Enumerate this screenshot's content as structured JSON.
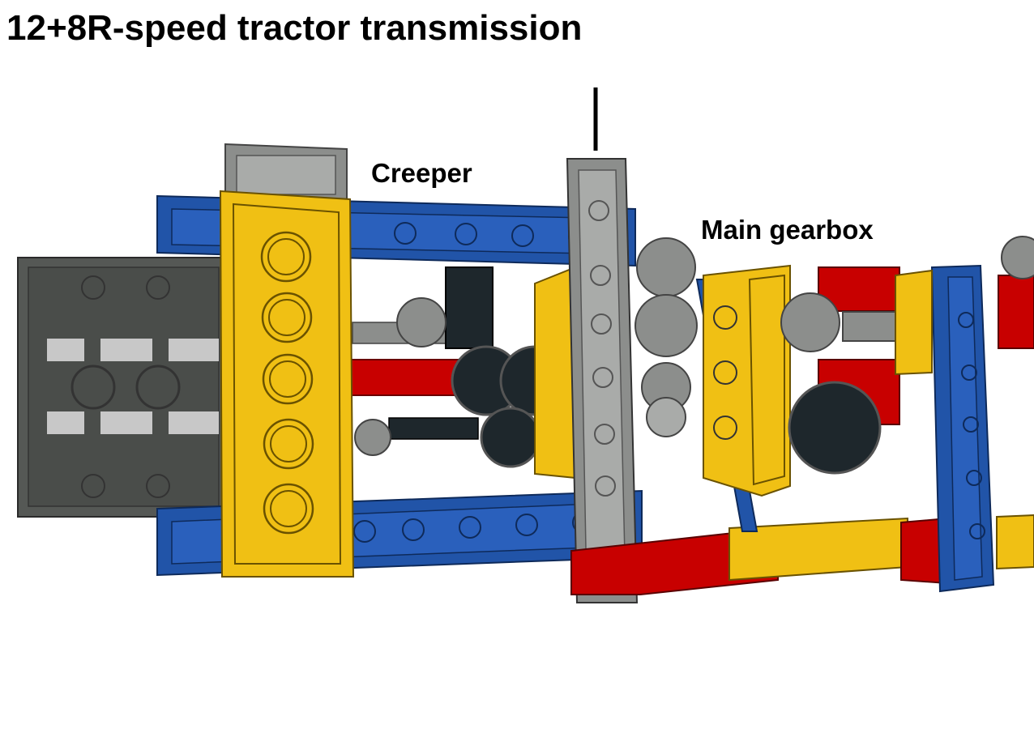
{
  "title": "12+8R-speed tractor transmission",
  "labels": {
    "creeper": "Creeper",
    "main_gearbox": "Main gearbox"
  },
  "colors": {
    "blue": "#2154a8",
    "blue_dark": "#163c7c",
    "yellow": "#f0c014",
    "yellow_dark": "#b68c00",
    "red": "#c80000",
    "red_dark": "#8c0000",
    "gray": "#8c8e8c",
    "gray_light": "#a9aba9",
    "dark_gray": "#555855",
    "black_gear": "#1e272c",
    "panel_light": "#c8c8c8"
  }
}
